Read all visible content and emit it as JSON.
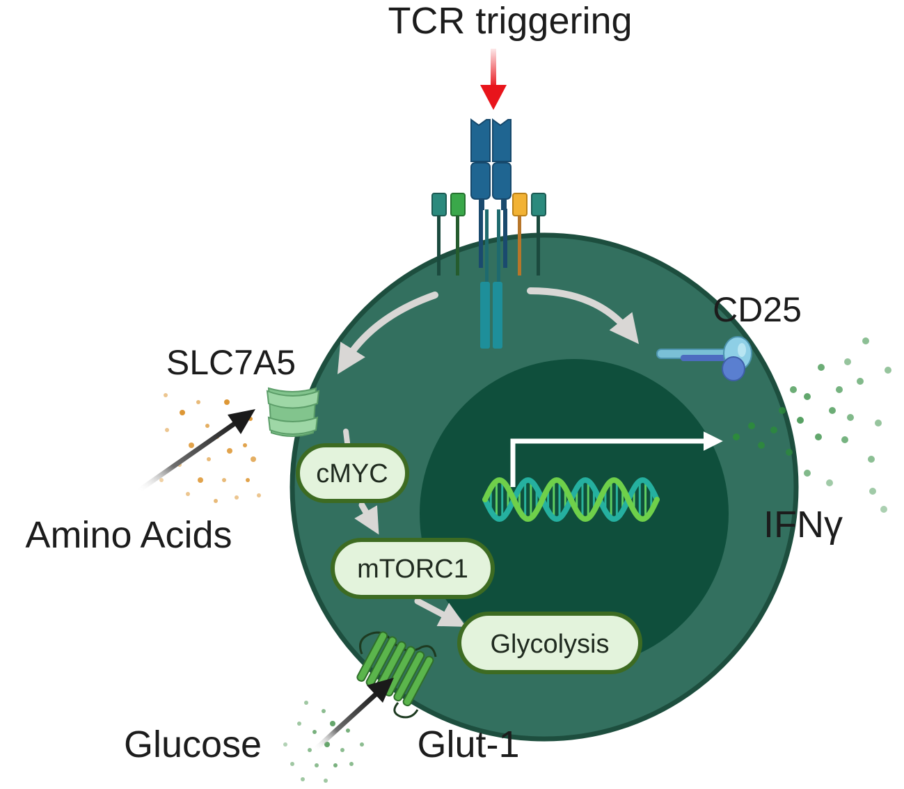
{
  "labels": {
    "tcr": "TCR triggering",
    "cd25": "CD25",
    "slc7a5": "SLC7A5",
    "amino_acids": "Amino Acids",
    "ifng": "IFNγ",
    "glucose": "Glucose",
    "glut1": "Glut-1"
  },
  "pathway": {
    "cmyc": "cMYC",
    "mtorc1": "mTORC1",
    "glycolysis": "Glycolysis"
  },
  "colors": {
    "cell": "#33705f",
    "cell_border": "#1d4e3e",
    "nucleus": "#0f4f3c",
    "tcr_arrow": "#e8141b",
    "pathway_arrow": "#d9d7d5",
    "box_fill": "#e3f3dc",
    "box_border": "#3d6b22",
    "amino_dots": "#d98c1f",
    "glucose_dots": "#3f8f46",
    "ifng_dots": "#2d8a3c"
  }
}
